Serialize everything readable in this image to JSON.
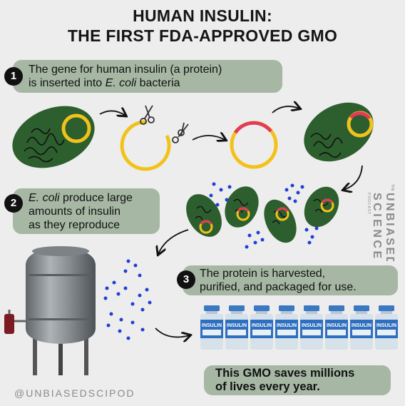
{
  "title": {
    "line1": "HUMAN INSULIN:",
    "line2": "THE FIRST FDA-APPROVED GMO"
  },
  "steps": [
    {
      "number": "1",
      "text_a": "The gene for human insulin (a protein)",
      "text_b": "is inserted into ",
      "text_b_italic": "E. coli",
      "text_b_tail": " bacteria"
    },
    {
      "number": "2",
      "line1_italic": "E. coli",
      "line1_tail": " produce large",
      "line2": "amounts of insulin",
      "line3": "as they reproduce"
    },
    {
      "number": "3",
      "line1": "The protein is harvested,",
      "line2": "purified, and packaged for use."
    }
  ],
  "conclusion": {
    "line1": "This GMO saves millions",
    "line2": "of lives every year."
  },
  "vial_label": "INSULIN",
  "logo": {
    "the": "THE",
    "word1": "UNBIASED",
    "word2": "SCIENCE",
    "podcast": "PODCAST"
  },
  "handle": "@UNBIASEDSCIPOD",
  "colors": {
    "bacteria_green": "#2d5e2e",
    "plasmid_yellow": "#f2c21b",
    "gene_red": "#e33b57",
    "insulin_blue": "#1f3fd6",
    "pill_bg": "#a6b8a4"
  }
}
